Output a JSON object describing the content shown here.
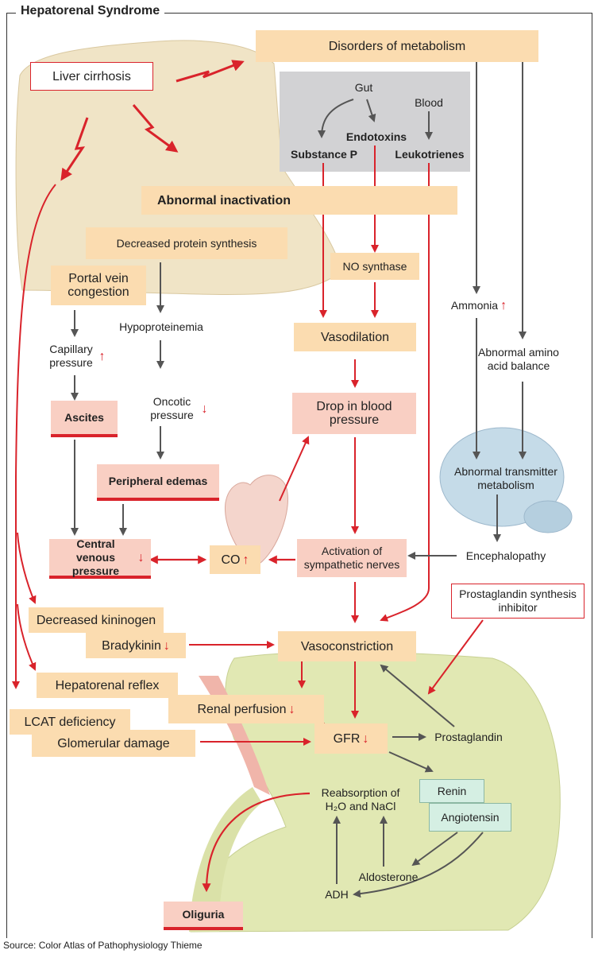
{
  "title": "Hepatorenal Syndrome",
  "source": "Source: Color Atlas of Pathophysiology Thieme",
  "arrows": {
    "up": "↑",
    "down": "↓"
  },
  "colors": {
    "red_arrow": "#d9232b",
    "gray_arrow": "#555555",
    "orange_box": "#fbdcb0",
    "pink_box": "#f9cfc3",
    "gray_panel": "#d2d2d4",
    "green_box": "#d5efe3"
  },
  "nodes": {
    "liver_cirrhosis": "Liver cirrhosis",
    "disorders_metabolism": "Disorders of metabolism",
    "gut": "Gut",
    "blood": "Blood",
    "endotoxins": "Endotoxins",
    "substance_p": "Substance P",
    "leukotrienes": "Leukotrienes",
    "abnormal_inactivation": "Abnormal inactivation",
    "decreased_protein_synthesis": "Decreased protein synthesis",
    "portal_vein_congestion": "Portal vein congestion",
    "no_synthase": "NO synthase",
    "ammonia": "Ammonia",
    "hypoproteinemia": "Hypoproteinemia",
    "capillary_pressure": "Capillary pressure",
    "vasodilation": "Vasodilation",
    "abnormal_amino_acid_balance": "Abnormal amino acid balance",
    "oncotic_pressure": "Oncotic pressure",
    "drop_blood_pressure": "Drop in blood pressure",
    "ascites": "Ascites",
    "peripheral_edemas": "Peripheral edemas",
    "abnormal_transmitter_metabolism": "Abnormal transmitter metabolism",
    "central_venous_pressure": "Central venous pressure",
    "co": "CO",
    "activation_sympathetic": "Activation of sympathetic nerves",
    "encephalopathy": "Encephalopathy",
    "prostaglandin_synthesis_inhibitor": "Prostaglandin synthesis inhibitor",
    "decreased_kininogen": "Decreased kininogen",
    "bradykinin": "Bradykinin",
    "vasoconstriction": "Vasoconstriction",
    "hepatorenal_reflex": "Hepatorenal reflex",
    "renal_perfusion": "Renal perfusion",
    "lcat_deficiency": "LCAT deficiency",
    "gfr": "GFR",
    "prostaglandin": "Prostaglandin",
    "glomerular_damage": "Glomerular damage",
    "reabsorption": "Reabsorption of H₂O and NaCl",
    "renin": "Renin",
    "angiotensin": "Angiotensin",
    "aldosterone": "Aldosterone",
    "adh": "ADH",
    "oliguria": "Oliguria"
  }
}
